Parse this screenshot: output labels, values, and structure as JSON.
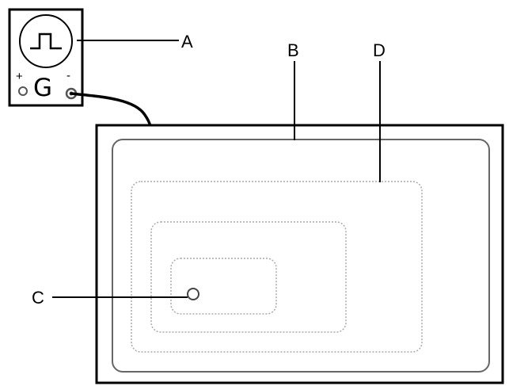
{
  "generator": {
    "letter": "G",
    "plus_sign": "+",
    "minus_sign": "-",
    "icon": "square-pulse-icon"
  },
  "labels": {
    "a": "A",
    "b": "B",
    "c": "C",
    "d": "D"
  },
  "colors": {
    "line": "#000000",
    "outline": "#666666",
    "dotted": "#aaaaaa",
    "background": "#ffffff"
  }
}
